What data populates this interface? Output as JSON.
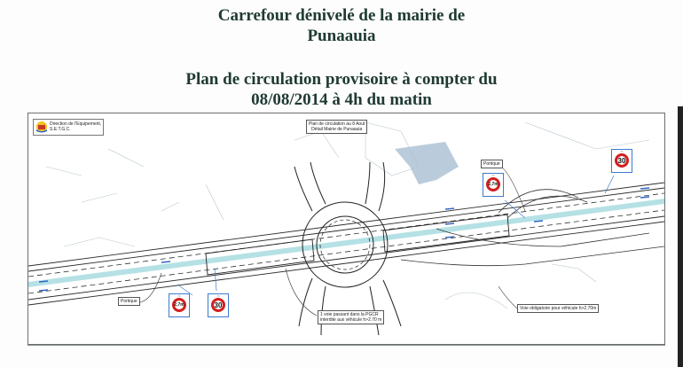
{
  "document": {
    "title_line1": "Carrefour dénivelé de la mairie de",
    "title_line2": "Punaauia",
    "subtitle_line1": "Plan de circulation provisoire à compter du",
    "subtitle_line2": "08/08/2014 à 4h du matin"
  },
  "plan": {
    "logo": {
      "line1": "Direction de l'Equipement,",
      "line2": "S.E.T.G.C."
    },
    "header_box": {
      "line1": "Plan de circulation au 8 Aout",
      "line2": "Détail Mairie de Punaauia"
    },
    "labels": {
      "portique_left": "Portique",
      "portique_right": "Portique",
      "lane_note_line1": "1 voie passant dans la PGCR",
      "lane_note_line2": "interdite aux véhicule h>2.70 m",
      "bypass_note": "Voie obligatoire pour véhicule h>2.70m"
    },
    "signs": [
      {
        "type": "height-limit",
        "value": "2,7m",
        "position": "right-upper"
      },
      {
        "type": "speed-limit",
        "value": "30",
        "position": "far-right-upper"
      },
      {
        "type": "height-limit",
        "value": "2,7m",
        "position": "left-lower"
      },
      {
        "type": "speed-limit",
        "value": "30",
        "position": "left-lower-2"
      }
    ],
    "colors": {
      "sign_red": "#d41e1e",
      "sign_border_blue": "#3b7bd0",
      "median_cyan": "#9fd8dc",
      "arrow_blue": "#2f63c9",
      "road_line": "#333333"
    }
  }
}
